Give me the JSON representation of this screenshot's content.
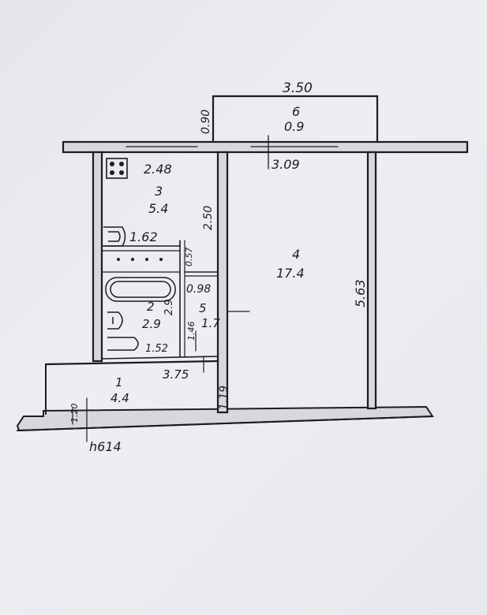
{
  "plan": {
    "colors": {
      "paper": "#e8eaee",
      "ink": "#1c1c22",
      "wall_fill": "#d6d8de"
    },
    "rooms": [
      {
        "number": "1",
        "area": "4.4"
      },
      {
        "number": "2",
        "area": "2.9"
      },
      {
        "number": "3",
        "area": "5.4"
      },
      {
        "number": "4",
        "area": "17.4"
      },
      {
        "number": "5",
        "area": "1.7"
      },
      {
        "number": "6",
        "area": "0.9"
      }
    ],
    "dims": {
      "balcony_width": "3.50",
      "balcony_depth": "0.90",
      "window_wall": "3.09",
      "kitchen_width": "2.48",
      "kitchen_depth": "2.50",
      "bath_width": "1.62",
      "bath_small": "0.57",
      "wc_width": "0.98",
      "bath_side": "2.9",
      "wc_side": "1.46",
      "bath_lower": "1.52",
      "hall_width": "3.75",
      "hall_depth": "1.19",
      "room_depth": "5.63",
      "entry_small": "1.20",
      "floor_height": "h614"
    },
    "icons": [
      "stove-icon",
      "sink-icon",
      "bathtub-icon",
      "toilet-icon",
      "washbasin-icon"
    ]
  }
}
